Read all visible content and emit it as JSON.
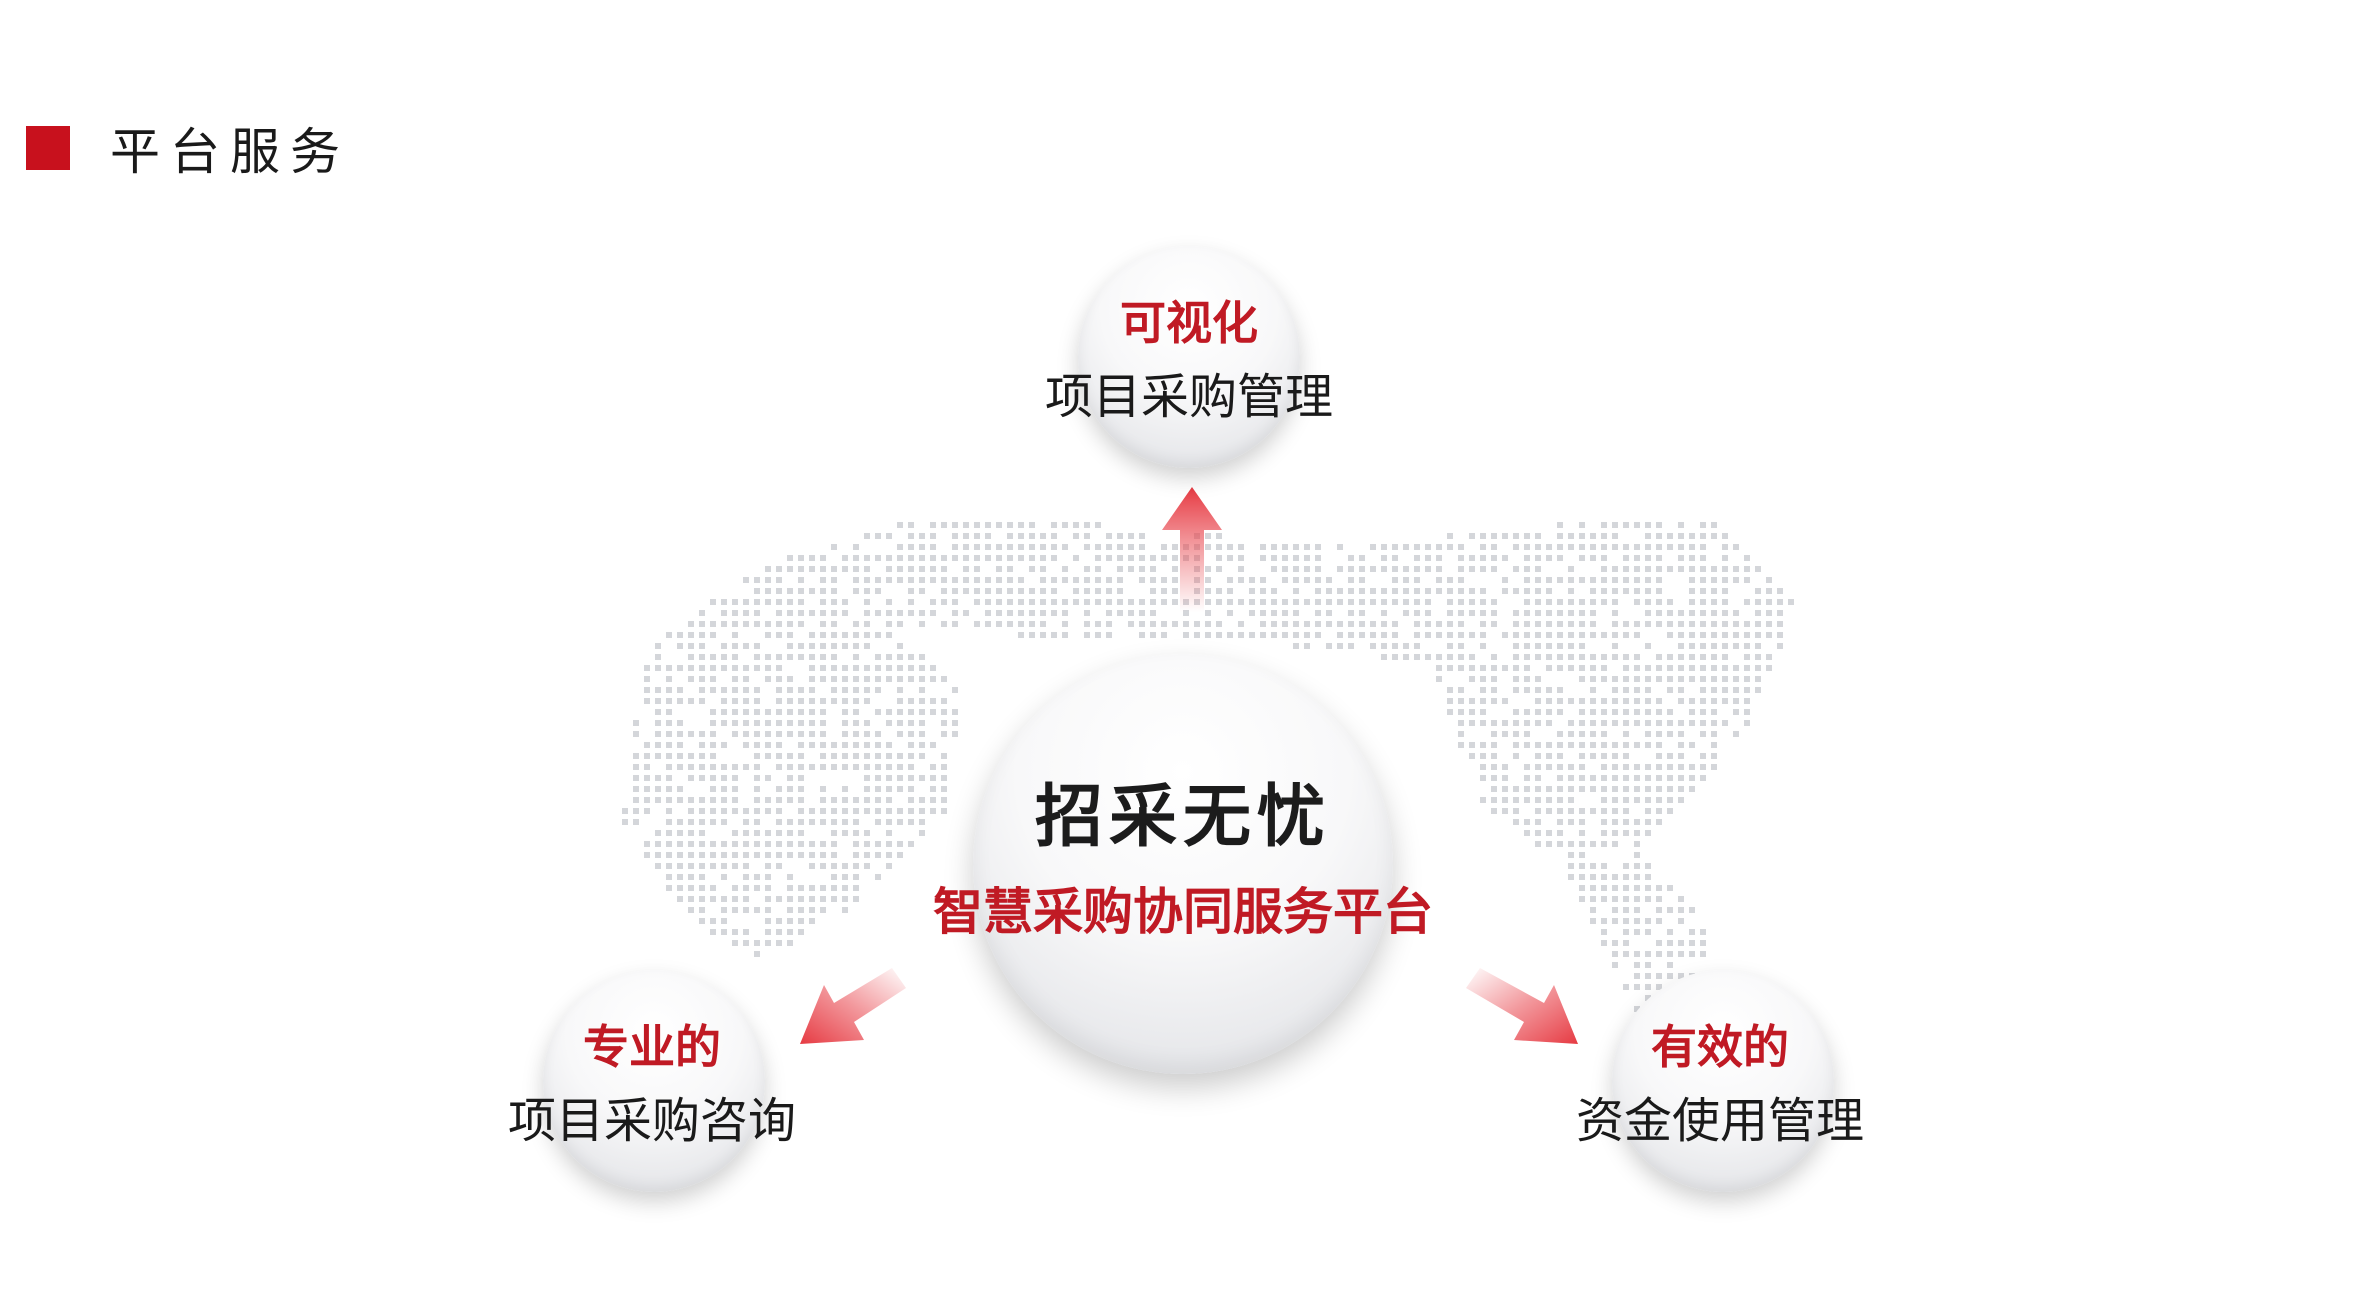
{
  "header": {
    "title": "平台服务"
  },
  "hub": {
    "title": "招采无忧",
    "subtitle": "智慧采购协同服务平台"
  },
  "nodes": [
    {
      "line1": "可视化",
      "line2": "项目采购管理"
    },
    {
      "line1": "专业的",
      "line2": "项目采购咨询"
    },
    {
      "line1": "有效的",
      "line2": "资金使用管理"
    }
  ],
  "colors": {
    "accent_red": "#c8111d",
    "text_red": "#c01a24",
    "text_dark": "#1a1a1a",
    "map_dots": "#d4d6da"
  }
}
